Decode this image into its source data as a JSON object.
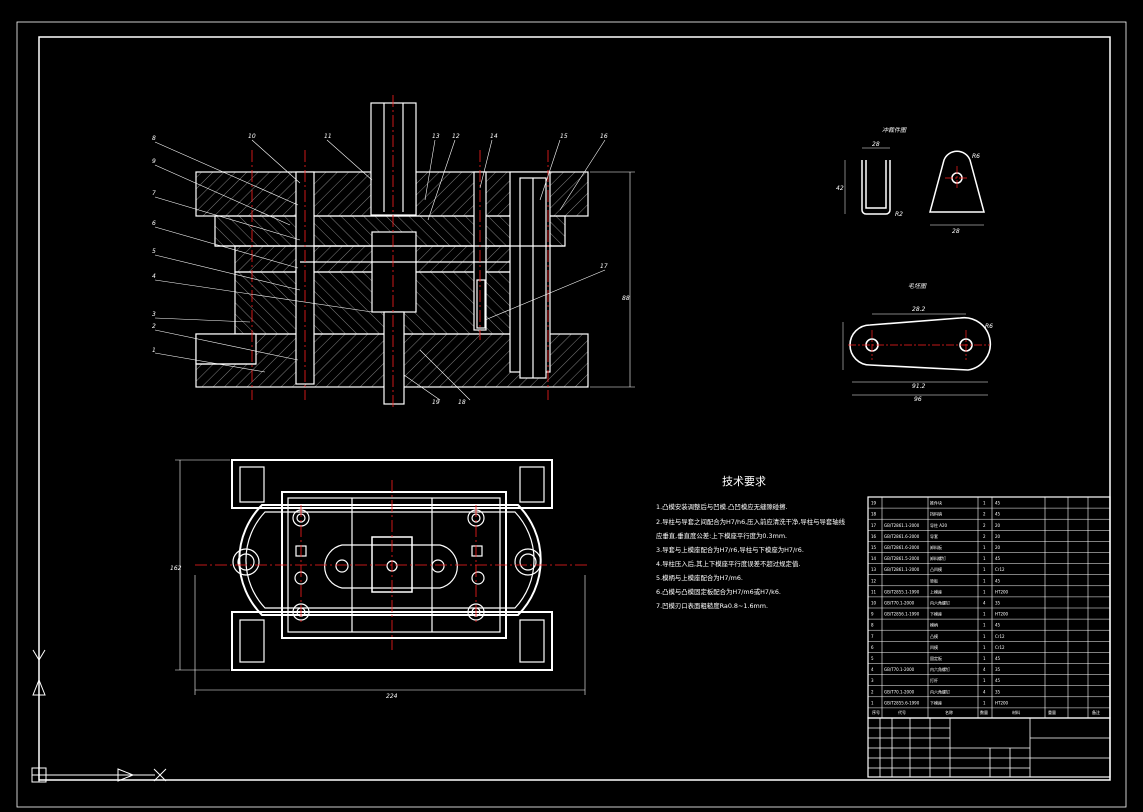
{
  "drawing": {
    "technical_requirements": {
      "title": "技术要求",
      "items": [
        "1.凸模安装调整后与凹模.凸凹模应无缝隙碰擦.",
        "2.导柱与导套之间配合为H7/h6,压入前应清洗干净,导柱与导套轴线",
        "  应垂直,垂直度公差:上下模座平行度为0.3mm.",
        "3.导套与上模座配合为H7/r6,导柱与下模座为H7/r6.",
        "4.导柱压入后,其上下模座平行度误差不超过规定值.",
        "5.模柄与上模座配合为H7/m6.",
        "6.凸模与凸模固定板配合为H7/m6或H7/k6.",
        "7.凹模刃口表面粗糙度Ra0.8~1.6mm."
      ]
    },
    "section_view_labels": [
      "1",
      "2",
      "3",
      "4",
      "5",
      "6",
      "7",
      "8",
      "9",
      "10",
      "11",
      "12",
      "13",
      "14",
      "15",
      "16",
      "17",
      "18",
      "19"
    ],
    "part_views": {
      "part_view_title": "冲裁件图",
      "blank_view_title": "毛坯图",
      "part_dims": [
        "28",
        "42",
        "R2",
        "R6",
        "28"
      ],
      "blank_dims": [
        "28.2",
        "R6",
        "91.2",
        "96"
      ]
    },
    "bom_rows": [
      {
        "no": "19",
        "code": "",
        "name": "推件块",
        "qty": "1",
        "mat": "45"
      },
      {
        "no": "18",
        "code": "",
        "name": "挡料销",
        "qty": "2",
        "mat": "45"
      },
      {
        "no": "17",
        "code": "GB/T2861.1-2000",
        "name": "导柱 A20",
        "qty": "2",
        "mat": "20"
      },
      {
        "no": "16",
        "code": "GB/T2861.6-2000",
        "name": "导套",
        "qty": "2",
        "mat": "20"
      },
      {
        "no": "15",
        "code": "GB/T2861.6-2000",
        "name": "卸料板",
        "qty": "1",
        "mat": "20"
      },
      {
        "no": "14",
        "code": "GB/T2861.5-2000",
        "name": "卸料螺钉",
        "qty": "1",
        "mat": "45"
      },
      {
        "no": "13",
        "code": "GB/T2861.1-2000",
        "name": "凸凹模",
        "qty": "1",
        "mat": "Cr12"
      },
      {
        "no": "12",
        "code": "",
        "name": "垫板",
        "qty": "1",
        "mat": "45"
      },
      {
        "no": "11",
        "code": "GB/T2855.1-1990",
        "name": "上模座",
        "qty": "1",
        "mat": "HT200"
      },
      {
        "no": "10",
        "code": "GB/T70.1-2000",
        "name": "内六角螺钉",
        "qty": "4",
        "mat": "35"
      },
      {
        "no": "9",
        "code": "GB/T2856.1-1990",
        "name": "下模座",
        "qty": "1",
        "mat": "HT200"
      },
      {
        "no": "8",
        "code": "",
        "name": "模柄",
        "qty": "1",
        "mat": "45"
      },
      {
        "no": "7",
        "code": "",
        "name": "凸模",
        "qty": "1",
        "mat": "Cr12"
      },
      {
        "no": "6",
        "code": "",
        "name": "凹模",
        "qty": "1",
        "mat": "Cr12"
      },
      {
        "no": "5",
        "code": "",
        "name": "固定板",
        "qty": "1",
        "mat": "45"
      },
      {
        "no": "4",
        "code": "GB/T70.1-2000",
        "name": "内六角螺钉",
        "qty": "4",
        "mat": "35"
      },
      {
        "no": "3",
        "code": "",
        "name": "打杆",
        "qty": "1",
        "mat": "45"
      },
      {
        "no": "2",
        "code": "GB/T70.1-2000",
        "name": "内六角螺钉",
        "qty": "4",
        "mat": "35"
      },
      {
        "no": "1",
        "code": "GB/T2855.6-1990",
        "name": "下模座",
        "qty": "1",
        "mat": "HT200"
      }
    ],
    "bom_header": {
      "no": "序号",
      "code": "代号",
      "name": "名称",
      "qty": "数量",
      "mat": "材料",
      "weight": "重量",
      "remark": "备注"
    },
    "dims": {
      "plan_width": "224",
      "plan_height": "162",
      "section_height": "88"
    },
    "colors": {
      "line": "#ffffff",
      "center": "#ff2020",
      "dim": "#ffffff"
    }
  }
}
